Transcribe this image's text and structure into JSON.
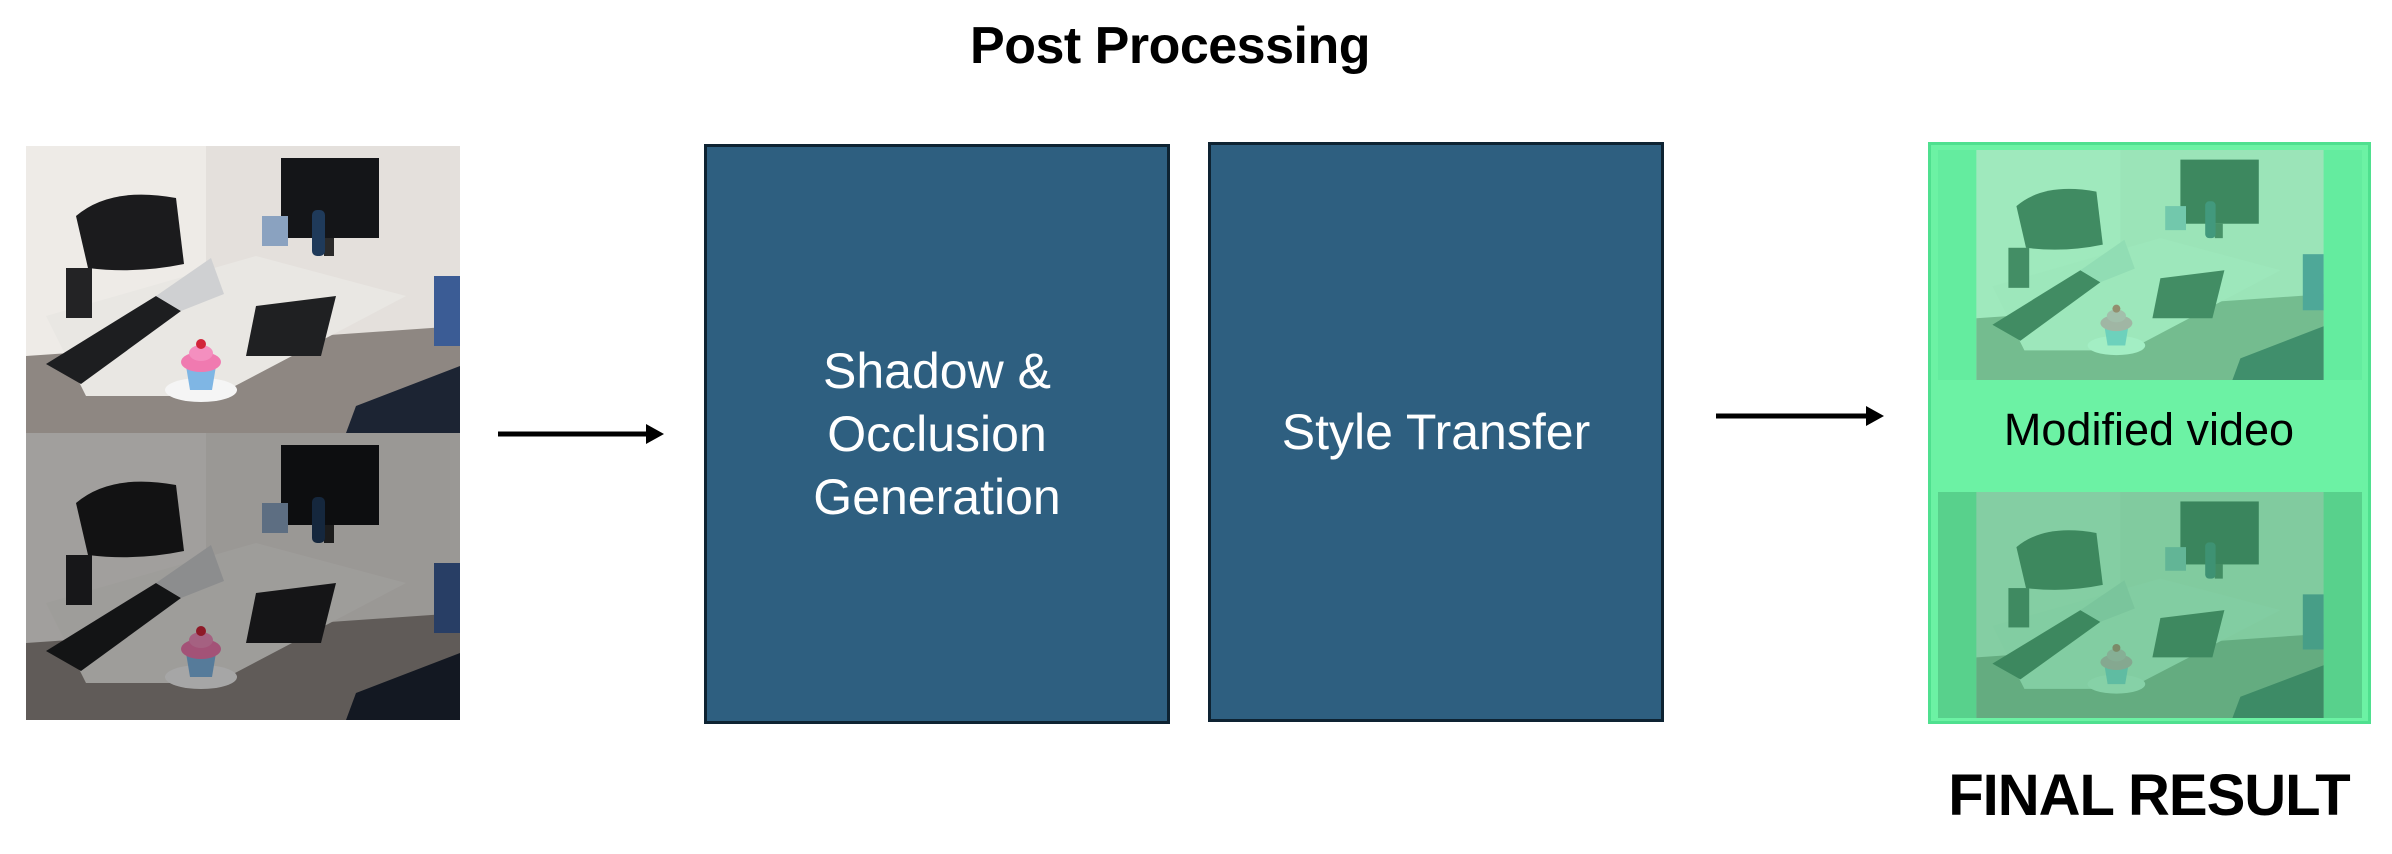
{
  "title": "Post Processing",
  "blocks": [
    {
      "label": "Shadow &\nOcclusion\nGeneration"
    },
    {
      "label": "Style Transfer"
    }
  ],
  "result": {
    "label": "Modified video",
    "caption": "FINAL RESULT"
  },
  "colors": {
    "block_fill": "#2e5f80",
    "block_border": "#0e2332",
    "result_frame": "#6cf2a4",
    "arrow": "#000000"
  }
}
